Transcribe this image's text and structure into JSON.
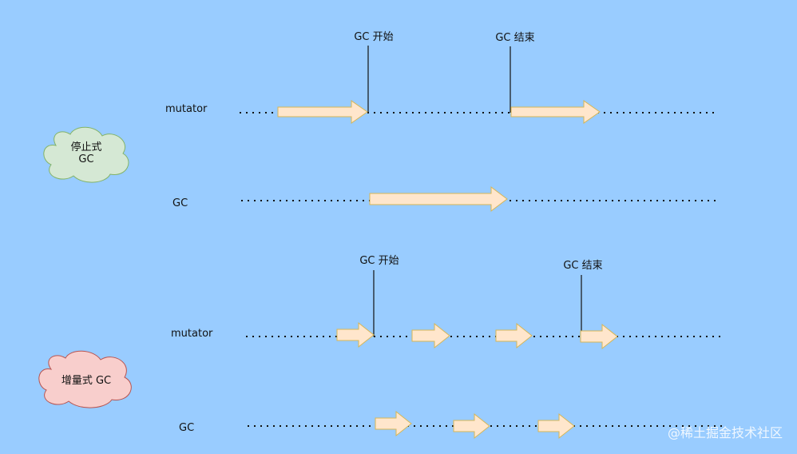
{
  "colors": {
    "background": "#99ccff",
    "arrow_fill": "#ffe6cc",
    "arrow_stroke": "#d6b656",
    "cloud_green": "#d5e8d4",
    "cloud_green_stroke": "#82b366",
    "cloud_red": "#f8cecc",
    "cloud_red_stroke": "#b85450"
  },
  "stop_the_world": {
    "cloud_line1": "停止式",
    "cloud_line2": "GC",
    "mutator_label": "mutator",
    "gc_label": "GC",
    "gc_start_label": "GC 开始",
    "gc_end_label": "GC 结束"
  },
  "incremental": {
    "cloud_label": "增量式 GC",
    "mutator_label": "mutator",
    "gc_label": "GC",
    "gc_start_label": "GC 开始",
    "gc_end_label": "GC 结束"
  },
  "watermark": "@稀土掘金技术社区"
}
